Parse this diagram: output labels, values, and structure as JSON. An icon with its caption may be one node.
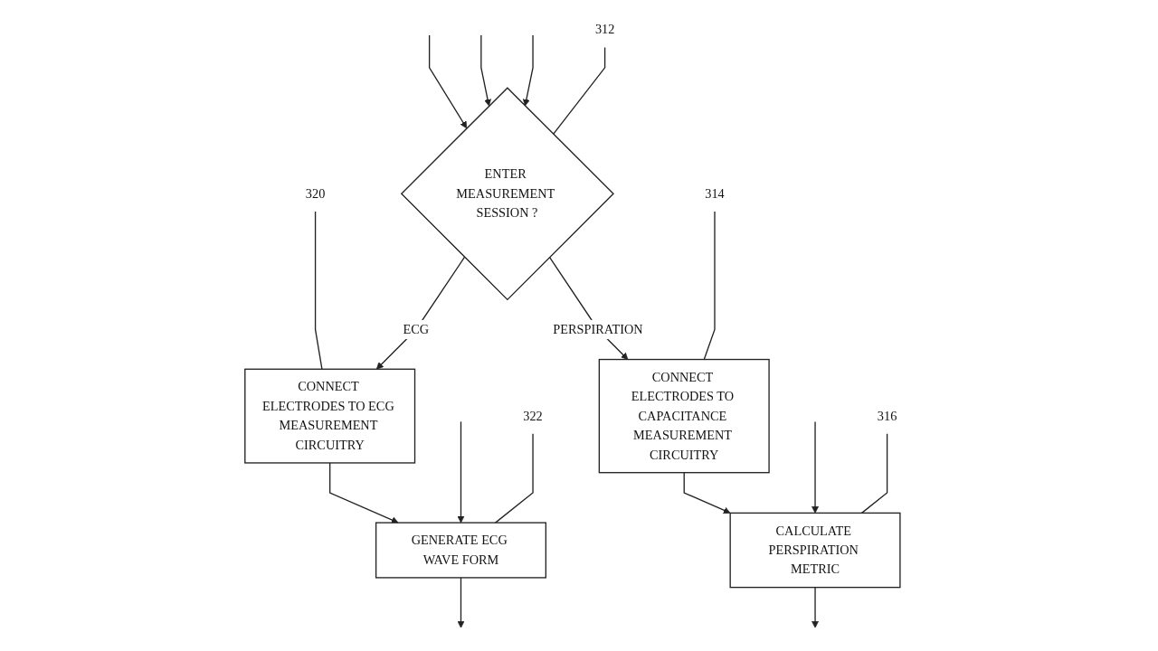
{
  "diagram": {
    "nodes": [
      {
        "text": [
          "ENTER MEASUREMENT SESSION ?"
        ]
      },
      {
        "text": [
          "312"
        ]
      },
      {
        "text": [
          "320"
        ]
      },
      {
        "text": [
          "CONNECT ELECTRODES TO ECG MEASUREMENT CIRCUITRY"
        ]
      },
      {
        "text": [
          "CONNECT ELECTRODES TO CAPACITANCE MEASUREMENT CIRCUITRY"
        ]
      },
      {
        "text": [
          "314"
        ]
      },
      {
        "text": [
          "322"
        ]
      },
      {
        "text": [
          "GENERATE ECG WAVE FORM"
        ]
      },
      {
        "text": [
          "CALCULATE PERSPIRATION METRIC"
        ]
      },
      {
        "text": [
          "316"
        ]
      }
    ],
    "edges": [
      {
        "from": 2,
        "to": 3,
        "arrow": "none"
      },
      {
        "from": null,
        "to": 0,
        "arrow": "to"
      },
      {
        "from": null,
        "to": 0,
        "arrow": "to"
      },
      {
        "from": null,
        "to": 0,
        "arrow": "to"
      },
      {
        "from": 1,
        "to": 0,
        "arrow": "none"
      },
      {
        "from": 0,
        "to": 3,
        "label": "ECG",
        "arrow": "to"
      },
      {
        "from": 0,
        "to": 4,
        "label": "PERSPIRATION",
        "arrow": "to"
      },
      {
        "from": 5,
        "to": 4,
        "arrow": "none"
      },
      {
        "from": 3,
        "to": 7,
        "arrow": "to"
      },
      {
        "from": null,
        "to": 7,
        "arrow": "to"
      },
      {
        "from": 4,
        "to": 8,
        "arrow": "to"
      },
      {
        "from": null,
        "to": 8,
        "arrow": "to"
      },
      {
        "from": 6,
        "to": 7,
        "arrow": "none"
      },
      {
        "from": 9,
        "to": 8,
        "arrow": "none"
      },
      {
        "from": 7,
        "to": null,
        "arrow": "to"
      },
      {
        "from": 8,
        "to": null,
        "arrow": "to"
      }
    ]
  }
}
